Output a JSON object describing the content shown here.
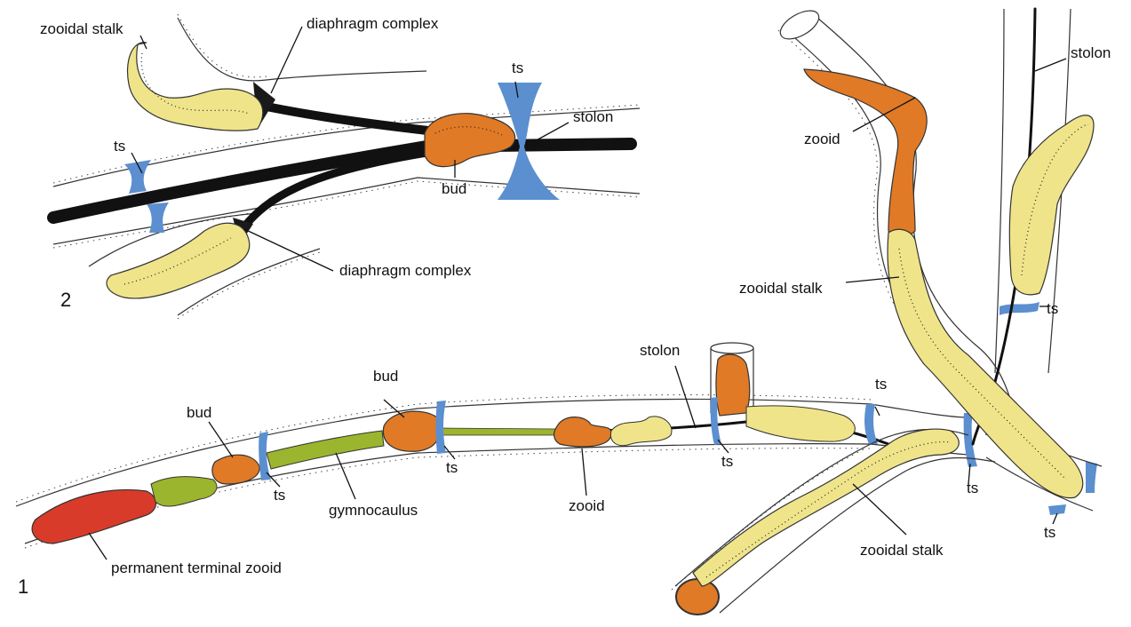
{
  "figure": {
    "panel_1_number": "1",
    "panel_2_number": "2"
  },
  "panel2": {
    "zooidal_stalk": "zooidal stalk",
    "diaphragm_complex_top": "diaphragm complex",
    "diaphragm_complex_bottom": "diaphragm complex",
    "ts_left": "ts",
    "ts_top": "ts",
    "stolon": "stolon",
    "bud": "bud"
  },
  "panel1": {
    "permanent_terminal_zooid": "permanent terminal zooid",
    "bud_1": "bud",
    "bud_2": "bud",
    "gymnocaulus": "gymnocaulus",
    "ts_1": "ts",
    "ts_2": "ts",
    "ts_3": "ts",
    "ts_4": "ts",
    "ts_5": "ts",
    "ts_6": "ts",
    "ts_7": "ts",
    "zooid_small": "zooid",
    "stolon_mid": "stolon",
    "zooid_upper": "zooid",
    "zooidal_stalk_upper": "zooidal stalk",
    "zooidal_stalk_lower": "zooidal stalk",
    "stolon_right": "stolon"
  },
  "colors": {
    "terminal_zooid": "#d93b2b",
    "zooid_bud": "#e07a26",
    "gymnocaulus": "#9bb52e",
    "stalk": "#efe48a",
    "stolon_black": "#1a1a1a",
    "transverse_septum": "#5b8fcf"
  }
}
